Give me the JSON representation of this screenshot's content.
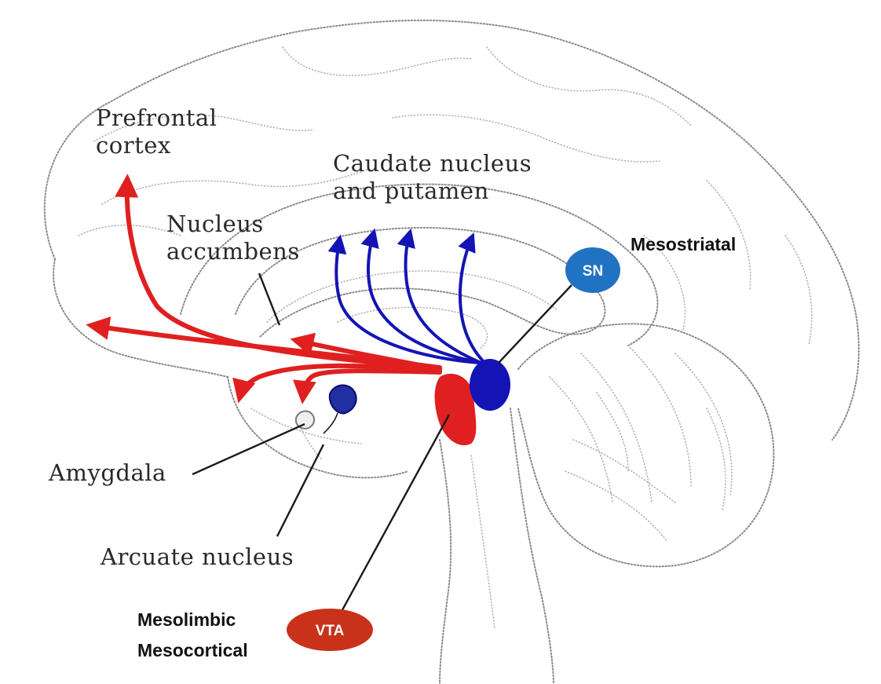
{
  "labels": {
    "prefrontal_line1": "Prefrontal",
    "prefrontal_line2": "cortex",
    "caudate_line1": "Caudate nucleus",
    "caudate_line2": "and putamen",
    "accumbens_line1": "Nucleus",
    "accumbens_line2": "accumbens",
    "amygdala": "Amygdala",
    "arcuate": "Arcuate nucleus",
    "mesostriatal": "Mesostriatal",
    "mesolimbic": "Mesolimbic",
    "mesocortical": "Mesocortical"
  },
  "badges": {
    "sn": "SN",
    "vta": "VTA"
  },
  "colors": {
    "mesolimbic_pathway": "#e02020",
    "mesostriatal_pathway": "#1414b4",
    "sn_badge": "#1f73c2",
    "vta_badge": "#c8321a",
    "brain_outline": "#8a8a8a"
  }
}
